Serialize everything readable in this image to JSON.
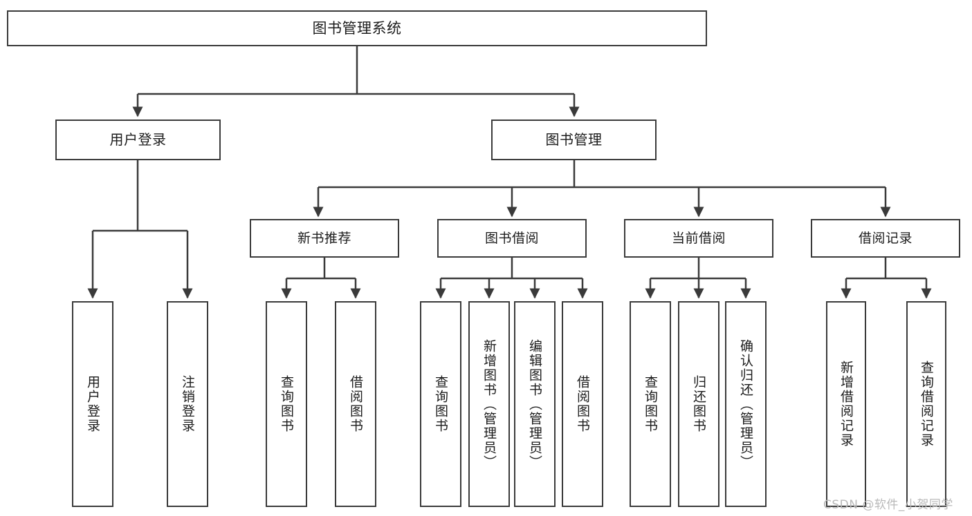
{
  "diagram": {
    "type": "tree",
    "title": "图书管理系统",
    "root": {
      "label": "图书管理系统",
      "children": [
        {
          "label": "用户登录",
          "children": [
            {
              "label": "用户登录"
            },
            {
              "label": "注销登录"
            }
          ]
        },
        {
          "label": "图书管理",
          "children": [
            {
              "label": "新书推荐",
              "children": [
                {
                  "label": "查询图书"
                },
                {
                  "label": "借阅图书"
                }
              ]
            },
            {
              "label": "图书借阅",
              "children": [
                {
                  "label": "查询图书"
                },
                {
                  "label": "新增图书（管理员）"
                },
                {
                  "label": "编辑图书（管理员）"
                },
                {
                  "label": "借阅图书"
                }
              ]
            },
            {
              "label": "当前借阅",
              "children": [
                {
                  "label": "查询图书"
                },
                {
                  "label": "归还图书"
                },
                {
                  "label": "确认归还（管理员）"
                }
              ]
            },
            {
              "label": "借阅记录",
              "children": [
                {
                  "label": "新增借阅记录"
                },
                {
                  "label": "查询借阅记录"
                }
              ]
            }
          ]
        }
      ]
    }
  },
  "nodes": {
    "root": "图书管理系统",
    "user_login": "用户登录",
    "book_manage": "图书管理",
    "user_login_child_1": "用户登录",
    "user_login_child_2": "注销登录",
    "new_book_rec": "新书推荐",
    "new_book_rec_child_1": "查询图书",
    "new_book_rec_child_2": "借阅图书",
    "book_borrow": "图书借阅",
    "book_borrow_child_1": "查询图书",
    "book_borrow_child_2": "新增图书（管理员）",
    "book_borrow_child_3": "编辑图书（管理员）",
    "book_borrow_child_4": "借阅图书",
    "current_borrow": "当前借阅",
    "current_borrow_child_1": "查询图书",
    "current_borrow_child_2": "归还图书",
    "current_borrow_child_3": "确认归还（管理员）",
    "borrow_record": "借阅记录",
    "borrow_record_child_1": "新增借阅记录",
    "borrow_record_child_2": "查询借阅记录"
  },
  "watermark": "CSDN @软件_小贺同学",
  "colors": {
    "border": "#3a3a3a",
    "text": "#1b1b1b",
    "background": "#ffffff",
    "watermark": "#b9b9b9"
  }
}
